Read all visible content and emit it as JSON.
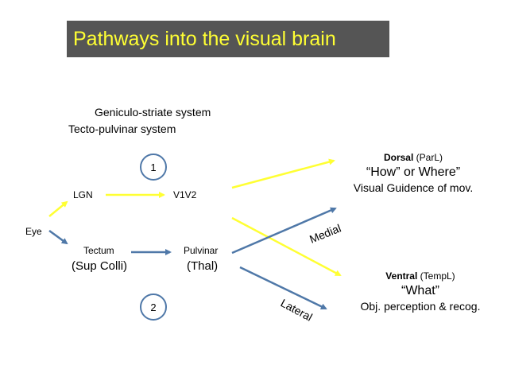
{
  "title": "Pathways into the visual brain",
  "systems": {
    "geniculo": "Geniculo-striate system",
    "tecto": "Tecto-pulvinar system"
  },
  "nodes": {
    "eye": "Eye",
    "lgn": "LGN",
    "v1v2": "V1V2",
    "tectum": "Tectum",
    "sup_colli": "(Sup Colli)",
    "pulvinar": "Pulvinar",
    "thal": "(Thal)"
  },
  "markers": {
    "one": "1",
    "two": "2"
  },
  "dorsal": {
    "name": "Dorsal",
    "region": "(ParL)",
    "line1": "“How” or Where”",
    "line2": "Visual Guidence of mov."
  },
  "ventral": {
    "name": "Ventral",
    "region": "(TempL)",
    "line1": "“What”",
    "line2": "Obj. perception & recog."
  },
  "labels": {
    "medial": "Medial",
    "lateral": "Lateral"
  },
  "colors": {
    "yellow": "#ffff33",
    "blue": "#4f78a8",
    "title_bg": "#555555"
  }
}
